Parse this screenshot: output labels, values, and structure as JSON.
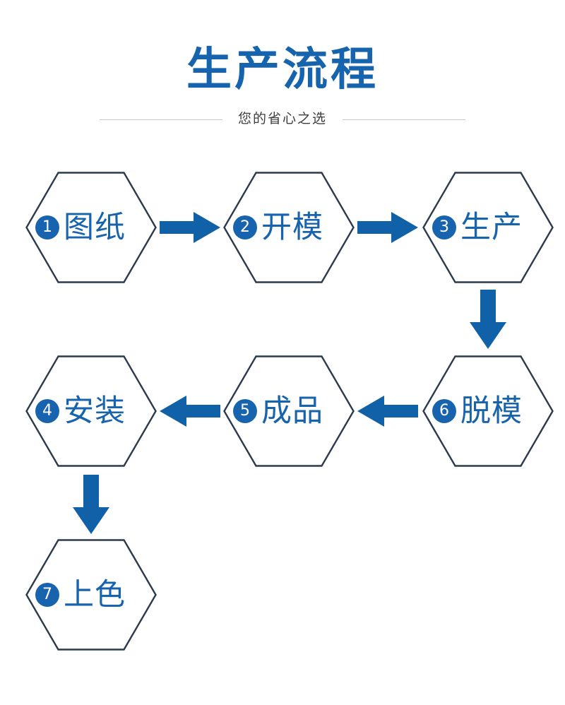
{
  "header": {
    "title": "生产流程",
    "subtitle": "您的省心之选"
  },
  "colors": {
    "title_blue": "#1663ae",
    "step_blue": "#1763ad",
    "arrow_blue": "#1161a8",
    "hex_outline": "#2b3a4d",
    "subtitle_gray": "#3d3d3d",
    "rule_gray": "#c9c9c9",
    "background": "#ffffff"
  },
  "flow": {
    "steps": [
      {
        "number": "①",
        "num_plain": "1",
        "label": "图纸"
      },
      {
        "number": "②",
        "num_plain": "2",
        "label": "开模"
      },
      {
        "number": "③",
        "num_plain": "3",
        "label": "生产"
      },
      {
        "number": "④",
        "num_plain": "4",
        "label": "安装"
      },
      {
        "number": "⑤",
        "num_plain": "5",
        "label": "成品"
      },
      {
        "number": "⑥",
        "num_plain": "6",
        "label": "脱模"
      },
      {
        "number": "⑦",
        "num_plain": "7",
        "label": "上色"
      }
    ],
    "connectors": [
      {
        "name": "arrow-1-to-2",
        "direction": "right"
      },
      {
        "name": "arrow-2-to-3",
        "direction": "right"
      },
      {
        "name": "arrow-3-to-6",
        "direction": "down"
      },
      {
        "name": "arrow-6-to-5",
        "direction": "left"
      },
      {
        "name": "arrow-5-to-4",
        "direction": "left"
      },
      {
        "name": "arrow-4-to-7",
        "direction": "down"
      }
    ]
  }
}
